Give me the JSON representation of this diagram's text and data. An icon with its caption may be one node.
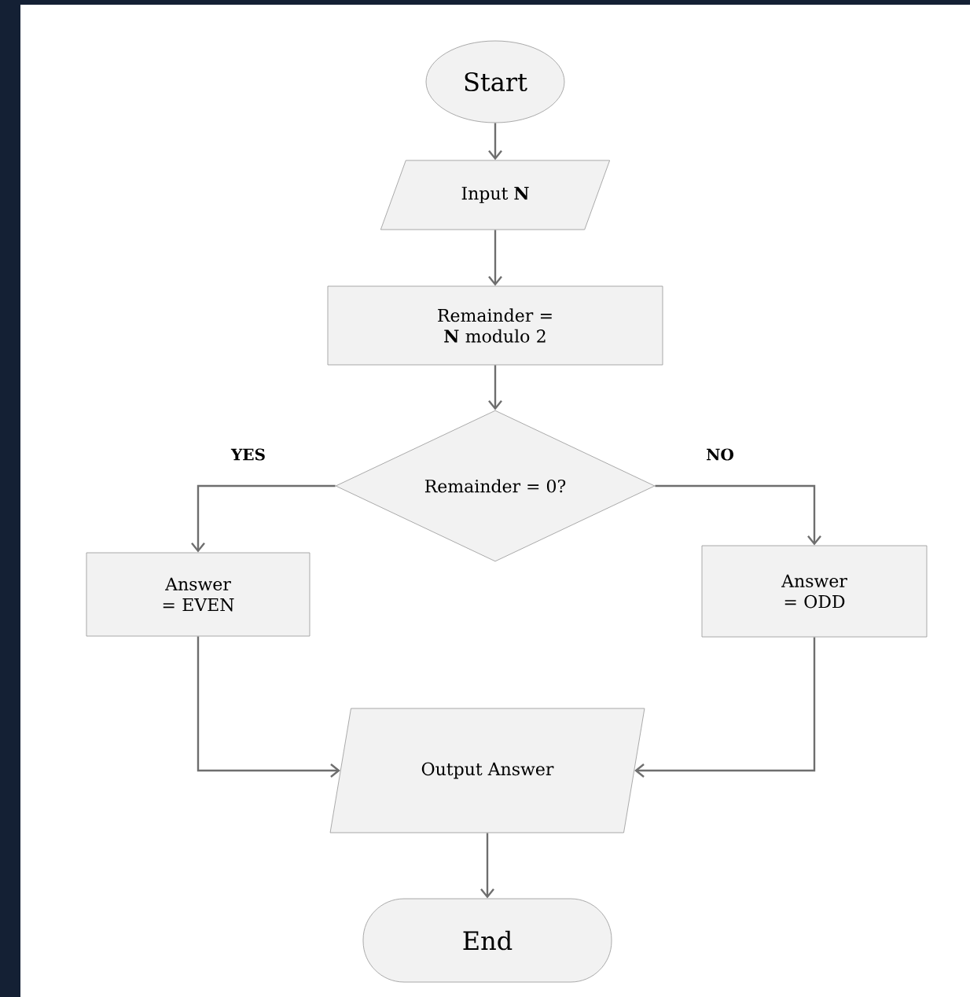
{
  "diagram": {
    "nodes": [
      {
        "text": [
          "Start"
        ]
      },
      {
        "text": [
          "Input **N**"
        ]
      },
      {
        "text": [
          "Remainder = **N** modulo 2"
        ]
      },
      {
        "text": [
          "Remainder = 0?"
        ]
      },
      {
        "text": [
          "Answer = EVEN"
        ]
      },
      {
        "text": [
          "Answer = ODD"
        ]
      },
      {
        "text": [
          "Output Answer"
        ]
      },
      {
        "text": [
          "End"
        ]
      }
    ],
    "edges": [
      {
        "from": 0,
        "to": 1,
        "arrow": "to"
      },
      {
        "from": 1,
        "to": 2,
        "arrow": "to"
      },
      {
        "from": 2,
        "to": 3,
        "arrow": "to"
      },
      {
        "from": 3,
        "to": 4,
        "arrow": "to",
        "label": "YES"
      },
      {
        "from": 3,
        "to": 5,
        "arrow": "to",
        "label": "NO"
      },
      {
        "from": 4,
        "to": 6,
        "arrow": "to"
      },
      {
        "from": 5,
        "to": 6,
        "arrow": "to"
      },
      {
        "from": 6,
        "to": 7,
        "arrow": "to"
      }
    ]
  }
}
